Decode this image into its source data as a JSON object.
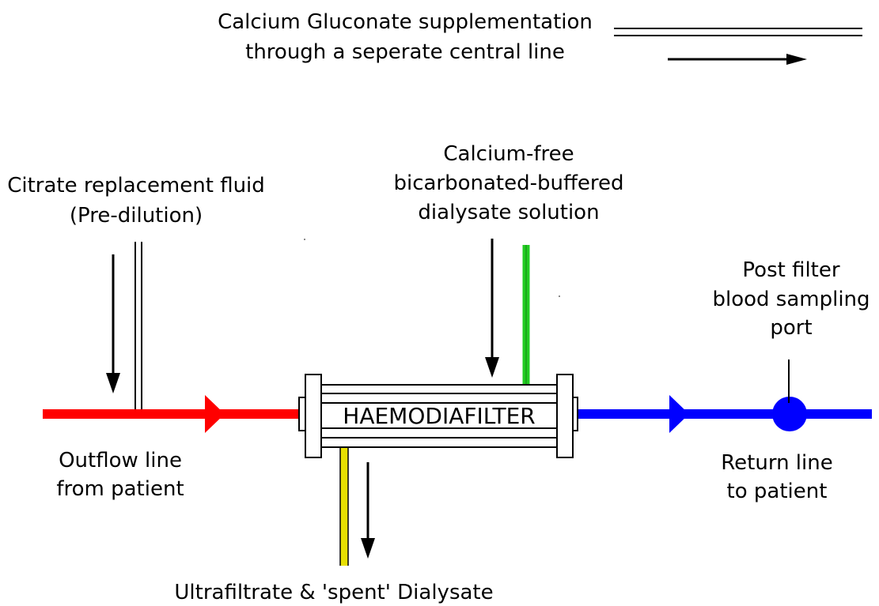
{
  "legend": {
    "line1": "Calcium Gluconate supplementation",
    "line2": "through a seperate central line"
  },
  "labels": {
    "citrate_line1": "Citrate replacement fluid",
    "citrate_line2": "(Pre-dilution)",
    "dialysate_line1": "Calcium-free",
    "dialysate_line2": "bicarbonated-buffered",
    "dialysate_line3": "dialysate solution",
    "post_filter_line1": "Post filter",
    "post_filter_line2": "blood sampling",
    "post_filter_line3": "port",
    "outflow_line1": "Outflow line",
    "outflow_line2": "from patient",
    "return_line1": "Return line",
    "return_line2": "to patient",
    "ultrafiltrate": "Ultrafiltrate & 'spent' Dialysate"
  },
  "filter": {
    "label": "HAEMODIAFILTER"
  },
  "colors": {
    "outflow_line": "#ff0000",
    "return_line": "#0000ff",
    "dialysate_line": "#22cc22",
    "ultrafiltrate_line": "#e8e000",
    "ink": "#000000"
  }
}
